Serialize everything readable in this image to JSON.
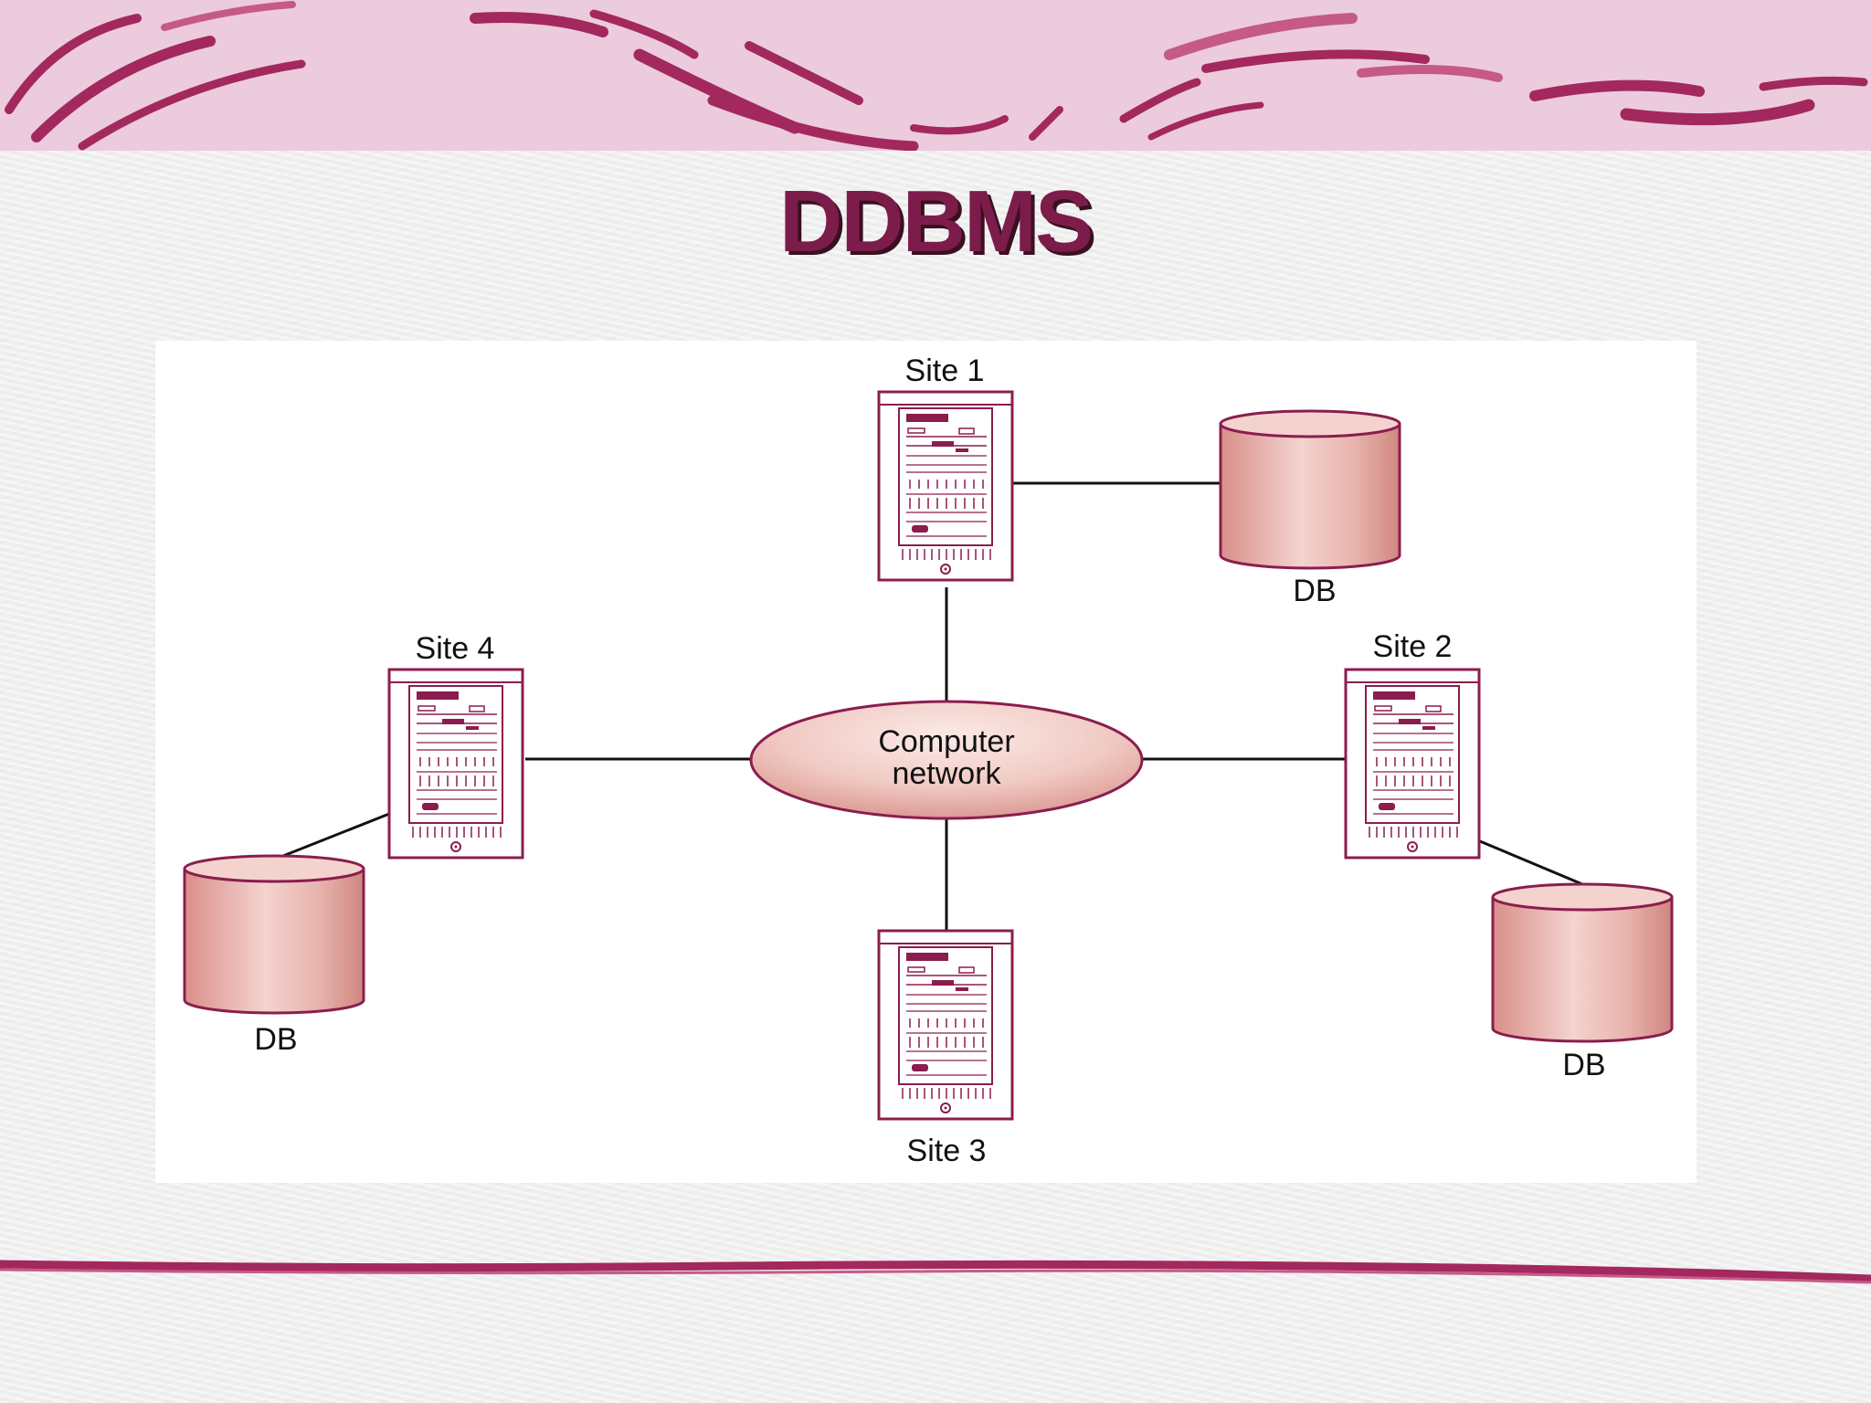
{
  "slide": {
    "title": "DDBMS"
  },
  "diagram": {
    "network_label_line1": "Computer",
    "network_label_line2": "network",
    "sites": [
      {
        "label": "Site 1",
        "db_label": "DB"
      },
      {
        "label": "Site 2",
        "db_label": "DB"
      },
      {
        "label": "Site 3"
      },
      {
        "label": "Site 4",
        "db_label": "DB"
      }
    ]
  },
  "colors": {
    "accent": "#8b1d4e",
    "banner": "#eccbdc",
    "title": "#7c1c4a",
    "cylinder": "#e3a9a2",
    "server_line": "#8b1d4e"
  }
}
